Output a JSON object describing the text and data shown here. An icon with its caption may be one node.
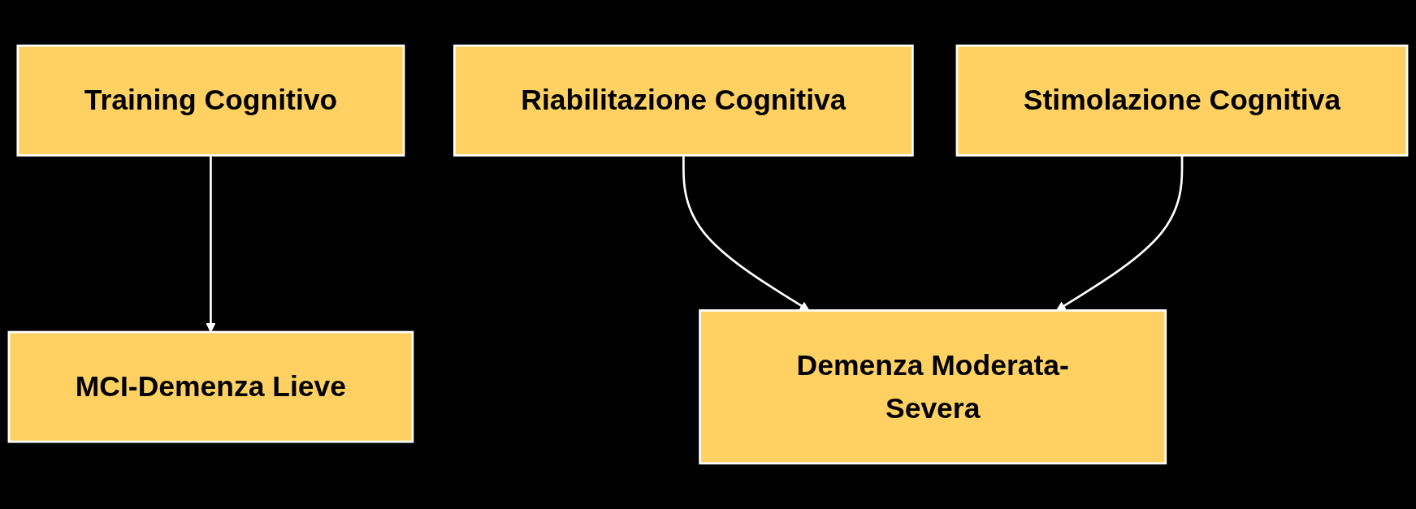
{
  "diagram": {
    "nodes": [
      {
        "text": [
          "Training Cognitivo"
        ]
      },
      {
        "text": [
          "Riabilitazione Cognitiva"
        ]
      },
      {
        "text": [
          "Stimolazione Cognitiva"
        ]
      },
      {
        "text": [
          "MCI-Demenza Lieve"
        ]
      },
      {
        "text": [
          "Demenza Moderata-Severa"
        ]
      }
    ],
    "edges": [
      {
        "from": 0,
        "to": 3,
        "arrow": "to"
      },
      {
        "from": 1,
        "to": 4,
        "arrow": "to"
      },
      {
        "from": 2,
        "to": 4,
        "arrow": "to"
      }
    ]
  }
}
